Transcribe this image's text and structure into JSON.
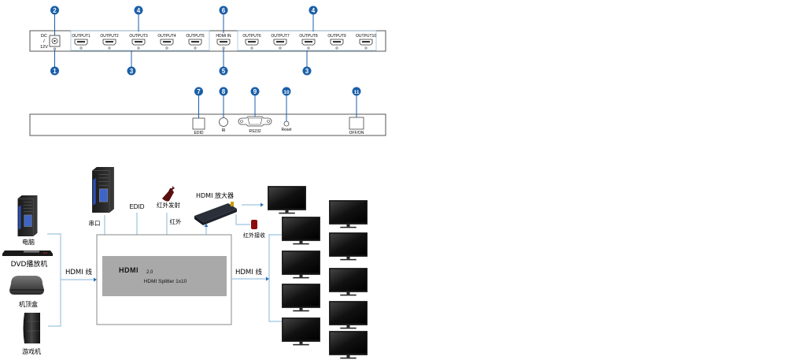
{
  "front_panel": {
    "power_label_top": "DC",
    "power_label_mid": "/",
    "power_label_bottom": "12V",
    "hdmi_in_label": "HDMI IN",
    "outputs": [
      "OUTPUT1",
      "OUTPUT2",
      "OUTPUT3",
      "OUTPUT4",
      "OUTPUT5",
      "OUTPUT6",
      "OUTPUT7",
      "OUTPUT8",
      "OUTPUT9",
      "OUTPUT10"
    ],
    "callouts": {
      "power_led": "1",
      "dc_jack": "2",
      "output_leds_left": "3",
      "output_ports_left": "4",
      "hdmi_in_led": "5",
      "hdmi_in_port": "6",
      "output_ports_right": "4",
      "output_leds_right": "3"
    }
  },
  "rear_panel": {
    "edid_label": "EDID",
    "ir_label": "IR",
    "rs232_label": "RS232",
    "reset_label": "Reset",
    "power_switch_label": "OFF/ON",
    "callouts": {
      "edid": "7",
      "ir": "8",
      "rs232": "9",
      "reset": "10",
      "power_switch": "11"
    }
  },
  "connection_diagram": {
    "sources": [
      {
        "name": "computer",
        "label": "电脑"
      },
      {
        "name": "dvd-player",
        "label": "DVD播放机"
      },
      {
        "name": "set-top-box",
        "label": "机顶盒"
      },
      {
        "name": "game-console",
        "label": "游戏机"
      }
    ],
    "control_pc_label": "串口",
    "edid_label": "EDID",
    "ir_emitter_label": "红外发射",
    "ir_label": "红外",
    "hdmi_cable_in_label": "HDMI 线",
    "hdmi_cable_out_label": "HDMI 线",
    "extender_label": "HDMI 放大器",
    "ir_receiver_label": "红外接收",
    "splitter": {
      "logo": "HDMI",
      "version": "2.0",
      "model": "HDMI Splitter 1x10"
    },
    "display_count": 10
  },
  "colors": {
    "callout_blue": "#1a5fa8",
    "line_blue": "#9cc3e0",
    "arrow_blue": "#2a6fb5",
    "panel_stroke": "#555555",
    "splitter_fill": "#a9a9a9"
  }
}
